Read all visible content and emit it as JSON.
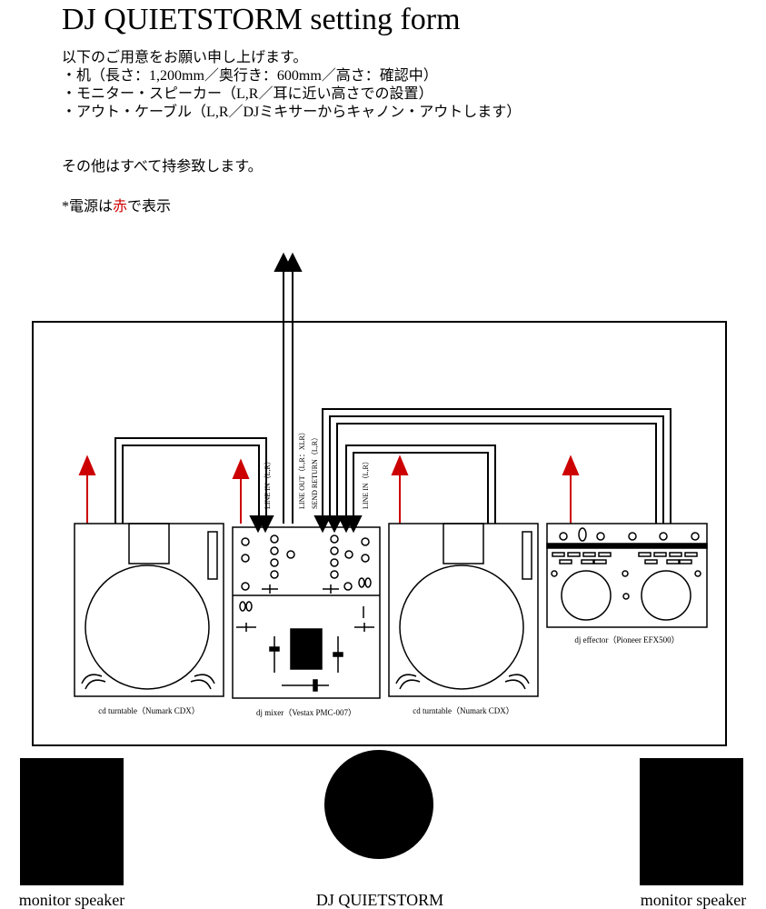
{
  "title": "DJ QUIETSTORM setting form",
  "requirements": {
    "intro": "以下のご用意をお願い申し上げます。",
    "items": [
      "・机（長さ：1,200mm／奥行き：600mm／高さ：確認中）",
      "・モニター・スピーカー（L,R／耳に近い高さでの設置）",
      "・アウト・ケーブル（L,R／DJミキサーからキャノン・アウトします）"
    ],
    "other": "その他はすべて持参致します。",
    "power_note": {
      "prefix": "*電源は",
      "highlight": "赤",
      "suffix": "で表示"
    }
  },
  "diagram": {
    "cable_labels": {
      "line_in_left": "LINE IN（L,R）",
      "line_out": "LINE OUT（L,R：XLR）",
      "send_return": "SEND RETURN（L,R）",
      "line_in_right": "LINE IN（L,R）"
    },
    "devices": {
      "cd_left": "cd turntable（Numark CDX）",
      "mixer": "dj mixer（Vestax PMC-007）",
      "cd_right": "cd turntable（Numark CDX）",
      "effector": "dj effector（Pioneer EFX500）"
    },
    "bottom": {
      "left_speaker": "monitor speaker",
      "dj": "DJ QUIETSTORM",
      "right_speaker": "monitor speaker"
    }
  },
  "colors": {
    "power": "#cc0000",
    "line": "#000000"
  }
}
